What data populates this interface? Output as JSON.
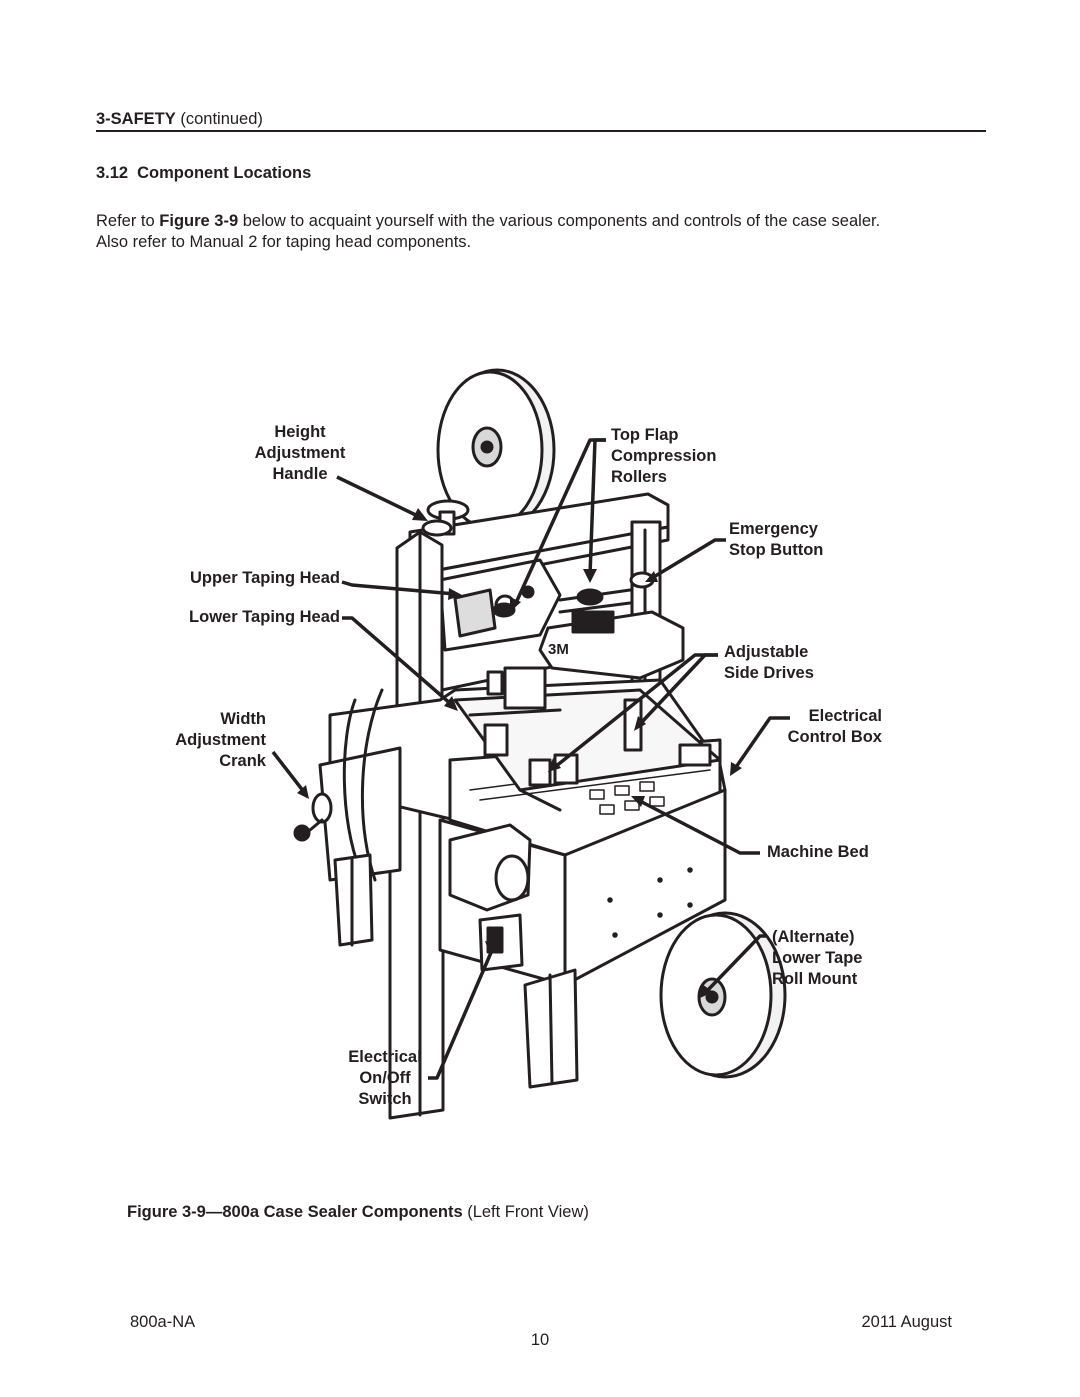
{
  "header": {
    "section_bold": "3-SAFETY",
    "section_rest": "(continued)"
  },
  "subsection": {
    "number": "3.12",
    "title": "Component Locations"
  },
  "intro": {
    "part1": "Refer to ",
    "fig_ref": "Figure 3-9",
    "part2": " below to acquaint yourself with the various components and controls of the case sealer.",
    "line2": "Also refer to Manual 2 for taping head components."
  },
  "labels": {
    "height_adjustment_handle": [
      "Height",
      "Adjustment",
      "Handle"
    ],
    "upper_taping_head": "Upper Taping Head",
    "lower_taping_head": "Lower Taping Head",
    "width_adjustment_crank": [
      "Width",
      "Adjustment",
      "Crank"
    ],
    "electrical_on_off_switch": [
      "Electrical",
      "On/Off",
      "Switch"
    ],
    "top_flap_compression_rollers": [
      "Top Flap",
      "Compression",
      "Rollers"
    ],
    "emergency_stop_button": [
      "Emergency",
      "Stop Button"
    ],
    "adjustable_side_drives": [
      "Adjustable",
      "Side Drives"
    ],
    "electrical_control_box": [
      "Electrical",
      "Control Box"
    ],
    "machine_bed": "Machine Bed",
    "lower_tape_roll_mount": [
      "(Alternate)",
      "Lower Tape",
      "Roll Mount"
    ]
  },
  "figure_caption": {
    "bold": "Figure 3-9—800a Case Sealer Components",
    "rest": " (Left Front View)"
  },
  "footer": {
    "doc_id": "800a-NA",
    "page_number": "10",
    "date": "2011 August"
  },
  "machine_logo": "3M"
}
